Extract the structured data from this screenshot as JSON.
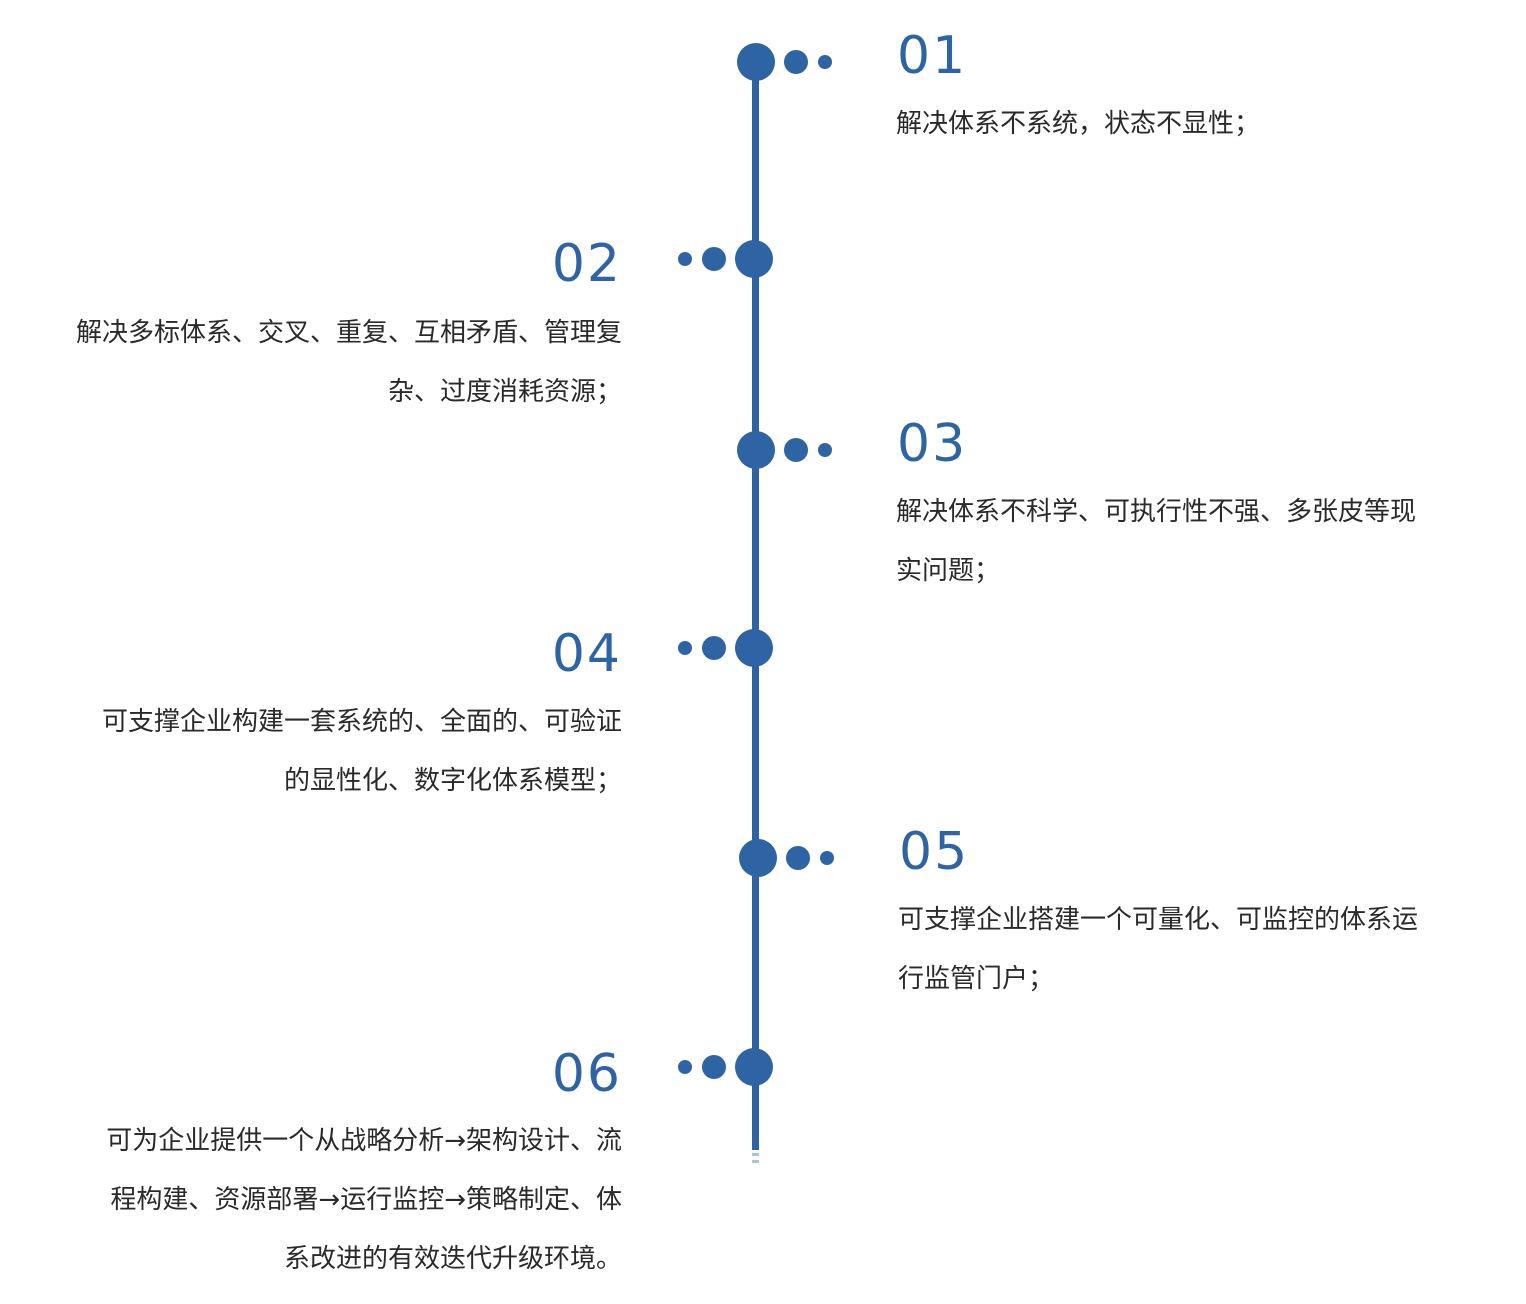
{
  "colors": {
    "accent": "#2e63a4",
    "accent_light": "#a9c3e2",
    "text": "#2a2a2a"
  },
  "items": [
    {
      "number": "01",
      "lines": [
        "解决体系不系统，状态不显性；"
      ]
    },
    {
      "number": "02",
      "lines": [
        "解决多标体系、交叉、重复、互相矛盾、管理复",
        "杂、过度消耗资源；"
      ]
    },
    {
      "number": "03",
      "lines": [
        "解决体系不科学、可执行性不强、多张皮等现",
        "实问题；"
      ]
    },
    {
      "number": "04",
      "lines": [
        "可支撑企业构建一套系统的、全面的、可验证",
        "的显性化、数字化体系模型；"
      ]
    },
    {
      "number": "05",
      "lines": [
        "可支撑企业搭建一个可量化、可监控的体系运",
        "行监管门户；"
      ]
    },
    {
      "number": "06",
      "lines": [
        "可为企业提供一个从战略分析→架构设计、流",
        "程构建、资源部署→运行监控→策略制定、体",
        "系改进的有效迭代升级环境。"
      ]
    }
  ]
}
